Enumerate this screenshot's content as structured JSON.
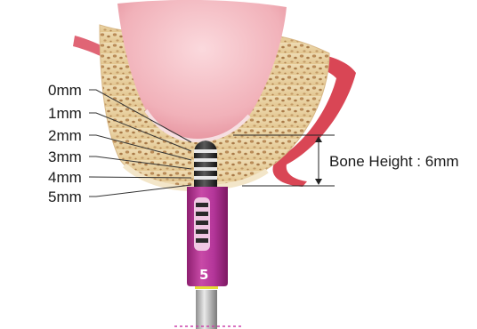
{
  "depth_labels": [
    "0mm",
    "1mm",
    "2mm",
    "3mm",
    "4mm",
    "5mm"
  ],
  "bone_height_label": "Bone Height : 6mm",
  "drill_number": "5",
  "colors": {
    "gum": "#f4b9c0",
    "gum_dark": "#e98e9a",
    "bone": "#e9d2a6",
    "bone_pore": "#b88c58",
    "membrane": "#d94b5b",
    "drill_body": "#b0328f",
    "drill_band": "#c44aa6",
    "drill_tip": "#2a2a2a",
    "shaft": "#c8c8c8",
    "ring": "#e7e035",
    "leader": "#333333",
    "guide_dash": "#cc44aa"
  }
}
